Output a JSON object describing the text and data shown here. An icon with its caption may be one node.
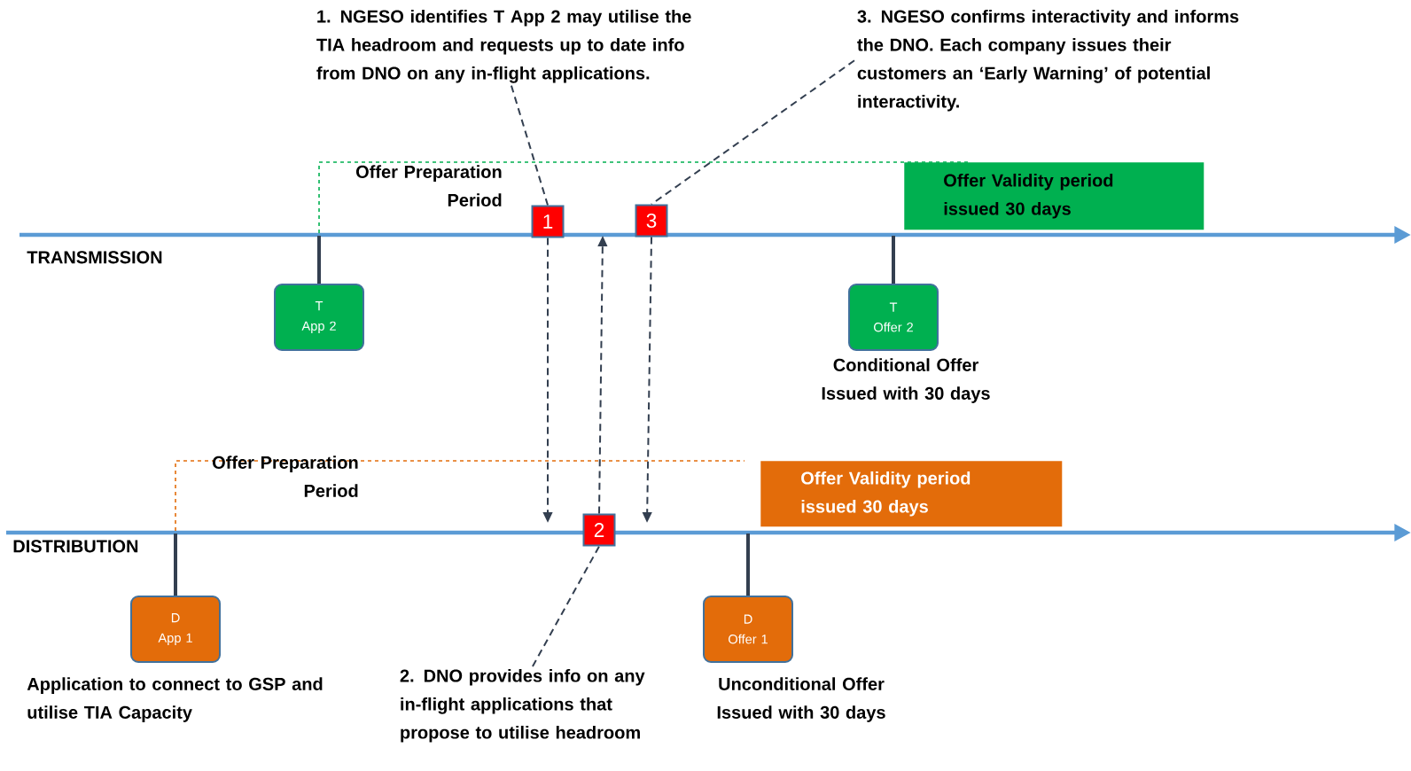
{
  "diagram": {
    "nodes": [
      {
        "text": [
          "T App 2"
        ]
      },
      {
        "text": [
          "T Offer 2"
        ],
        "beside": [
          "Conditional Offer Issued with 30 days"
        ]
      },
      {
        "text": [
          "D App 1"
        ],
        "beside": [
          "Application to connect to GSP and utilise TIA Capacity"
        ]
      },
      {
        "text": [
          "D Offer 1"
        ],
        "beside": [
          "Unconditional Offer Issued with 30 days"
        ]
      },
      {
        "text": [
          "1"
        ]
      },
      {
        "text": [
          "3"
        ]
      },
      {
        "text": [
          "2"
        ]
      },
      {
        "text": [
          "1. NGESO identifies T App 2 may utilise the TIA headroom and requests up to date info from DNO on any in-flight applications."
        ]
      },
      {
        "text": [
          "3. NGESO confirms interactivity and informs the DNO.  Each company issues their customers an ‘Early Warning’ of potential interactivity."
        ]
      },
      {
        "text": [
          "2. DNO provides info on any in-flight applications that propose to utilise headroom"
        ]
      },
      {
        "text": [
          "Offer Validity period issued 30 days"
        ]
      },
      {
        "text": [
          "Offer Validity period issued 30 days"
        ]
      }
    ],
    "edges": [
      {
        "from": 7,
        "to": 4,
        "arrow": "none",
        "style": "dashed"
      },
      {
        "from": 8,
        "to": 5,
        "arrow": "none",
        "style": "dashed"
      },
      {
        "from": 9,
        "to": 6,
        "arrow": "none",
        "style": "dashed"
      },
      {
        "from": 4,
        "to": null,
        "arrow": "to",
        "style": "dashed"
      },
      {
        "from": 5,
        "to": null,
        "arrow": "to",
        "style": "dashed"
      },
      {
        "from": 6,
        "to": null,
        "arrow": "to",
        "style": "dashed"
      }
    ],
    "labels": [
      "Offer Preparation Period",
      "TRANSMISSION",
      "Offer Preparation Period",
      "DISTRIBUTION"
    ]
  }
}
